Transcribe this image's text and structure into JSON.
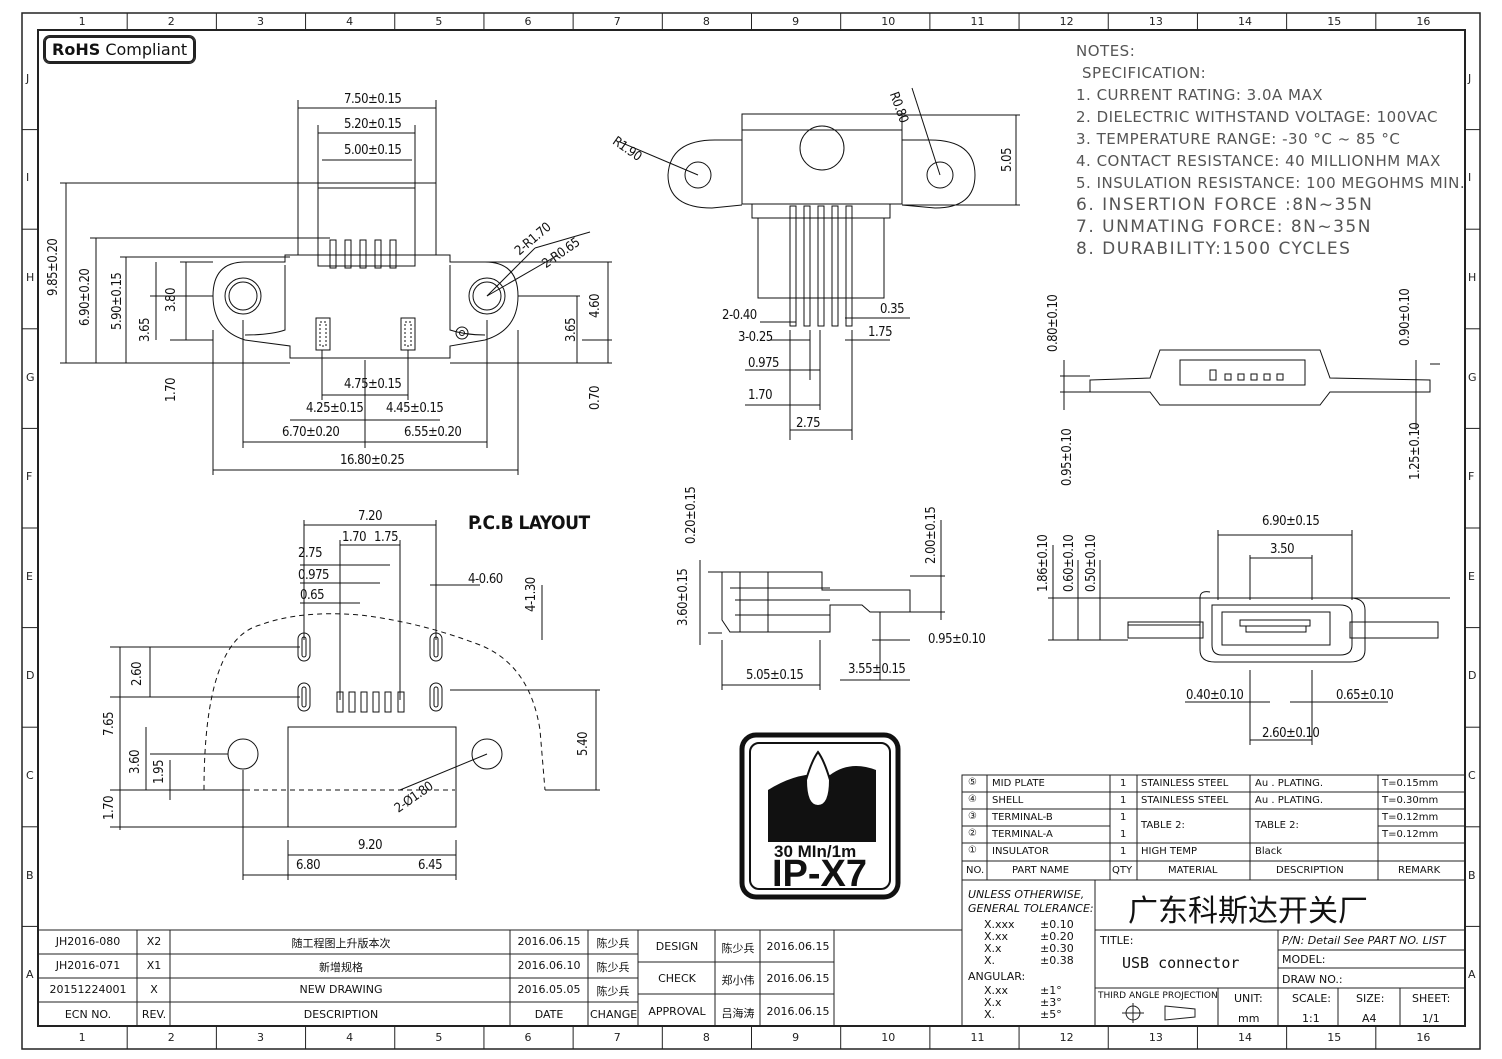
{
  "drawing": {
    "rohs_bold": "RoHS",
    "rohs_text": "Compliant",
    "pcb_title": "P.C.B LAYOUT",
    "zones_top": [
      "1",
      "2",
      "3",
      "4",
      "5",
      "6",
      "7",
      "8",
      "9",
      "10",
      "11",
      "12",
      "13",
      "14",
      "15",
      "16"
    ],
    "zones_side": [
      "J",
      "I",
      "H",
      "G",
      "F",
      "E",
      "D",
      "C",
      "B",
      "A"
    ]
  },
  "notes": {
    "title": "NOTES:",
    "spec": "SPECIFICATION:",
    "items": [
      "1. CURRENT RATING: 3.0A MAX",
      "2. DIELECTRIC WITHSTAND VOLTAGE: 100VAC",
      "3. TEMPERATURE RANGE: -30 °C ~ 85 °C",
      "4. CONTACT RESISTANCE: 40 MILLIONHM MAX",
      "5. INSULATION RESISTANCE: 100 MEGOHMS MIN.",
      "6. INSERTION FORCE :8N~35N",
      "7. UNMATING FORCE: 8N~35N",
      "8. DURABILITY:1500 CYCLES"
    ]
  },
  "dims": {
    "front": [
      "7.50±0.15",
      "5.20±0.15",
      "5.00±0.15",
      "2-R1.70",
      "2-R0.65",
      "9.85±0.20",
      "6.90±0.20",
      "5.90±0.15",
      "3.80",
      "3.65",
      "1.70",
      "4.60",
      "3.65",
      "0.70",
      "4.75±0.15",
      "4.25±0.15",
      "4.45±0.15",
      "6.70±0.20",
      "6.55±0.20",
      "16.80±0.25"
    ],
    "top": [
      "R0.80",
      "R1.90",
      "5.05",
      "2-0.40",
      "3-0.25",
      "0.35",
      "1.75",
      "0.975",
      "1.70",
      "2.75"
    ],
    "side_right": [
      "0.80±0.10",
      "0.90±0.10",
      "0.95±0.10",
      "1.25±0.10"
    ],
    "pcb": [
      "7.20",
      "2.75",
      "1.70",
      "1.75",
      "0.975",
      "0.65",
      "4-0.60",
      "4-1.30",
      "2.60",
      "7.65",
      "3.60",
      "1.95",
      "1.70",
      "5.40",
      "2-Ø1.80",
      "9.20",
      "6.80",
      "6.45"
    ],
    "side_mid": [
      "0.20±0.15",
      "2.00±0.15",
      "3.60±0.15",
      "0.95±0.10",
      "5.05±0.15",
      "3.55±0.15"
    ],
    "end_view": [
      "6.90±0.15",
      "3.50",
      "1.86±0.10",
      "0.60±0.10",
      "0.50±0.10",
      "0.40±0.10",
      "0.65±0.10",
      "2.60±0.10"
    ]
  },
  "ip_badge": {
    "depth": "30 MIn/1m",
    "rating": "IP-X7"
  },
  "bom": {
    "rows": [
      {
        "no": "⑤",
        "name": "MID PLATE",
        "qty": "1",
        "material": "STAINLESS STEEL",
        "desc": "Au . PLATING.",
        "remark": "T=0.15mm"
      },
      {
        "no": "④",
        "name": "SHELL",
        "qty": "1",
        "material": "STAINLESS STEEL",
        "desc": "Au . PLATING.",
        "remark": "T=0.30mm"
      },
      {
        "no": "③",
        "name": "TERMINAL-B",
        "qty": "1",
        "material": "TABLE 2:",
        "desc": "TABLE 2:",
        "remark": "T=0.12mm"
      },
      {
        "no": "②",
        "name": "TERMINAL-A",
        "qty": "1",
        "material": "",
        "desc": "",
        "remark": "T=0.12mm"
      },
      {
        "no": "①",
        "name": "INSULATOR",
        "qty": "1",
        "material": "HIGH TEMP",
        "desc": "Black",
        "remark": ""
      }
    ],
    "headers": {
      "no": "NO.",
      "name": "PART NAME",
      "qty": "QTY",
      "material": "MATERIAL",
      "desc": "DESCRIPTION",
      "remark": "REMARK"
    }
  },
  "title_block": {
    "tol_1": "UNLESS OTHERWISE,",
    "tol_2": "GENERAL TOLERANCE:",
    "tol": [
      [
        "X.xxx",
        "±0.10"
      ],
      [
        "X.xx",
        "±0.20"
      ],
      [
        "X.x",
        "±0.30"
      ],
      [
        "X.",
        "±0.38"
      ]
    ],
    "angular": "ANGULAR:",
    "ang": [
      [
        "X.xx",
        "±1°"
      ],
      [
        "X.x",
        "±3°"
      ],
      [
        "X.",
        "±5°"
      ]
    ],
    "company": "广东科斯达开关厂",
    "title_label": "TITLE:",
    "title": "USB connector",
    "pn": "P/N: Detail See PART NO. LIST",
    "model": "MODEL:",
    "drawno": "DRAW NO.:",
    "projection": "THIRD ANGLE PROJECTION",
    "unit_l": "UNIT:",
    "unit": "mm",
    "scale_l": "SCALE:",
    "scale": "1:1",
    "size_l": "SIZE:",
    "size": "A4",
    "sheet_l": "SHEET:",
    "sheet": "1/1"
  },
  "revisions": {
    "rows": [
      {
        "ecn": "JH2016-080",
        "rev": "X2",
        "desc": "随工程图上升版本次",
        "date": "2016.06.15",
        "change": "陈少兵"
      },
      {
        "ecn": "JH2016-071",
        "rev": "X1",
        "desc": "新增规格",
        "date": "2016.06.10",
        "change": "陈少兵"
      },
      {
        "ecn": "20151224001",
        "rev": "X",
        "desc": "NEW DRAWING",
        "date": "2016.05.05",
        "change": "陈少兵"
      }
    ],
    "headers": {
      "ecn": "ECN NO.",
      "rev": "REV.",
      "desc": "DESCRIPTION",
      "date": "DATE",
      "change": "CHANGE"
    },
    "approvals": [
      {
        "role": "DESIGN",
        "name": "陈少兵",
        "date": "2016.06.15"
      },
      {
        "role": "CHECK",
        "name": "郑小伟",
        "date": "2016.06.15"
      },
      {
        "role": "APPROVAL",
        "name": "吕海涛",
        "date": "2016.06.15"
      }
    ]
  }
}
